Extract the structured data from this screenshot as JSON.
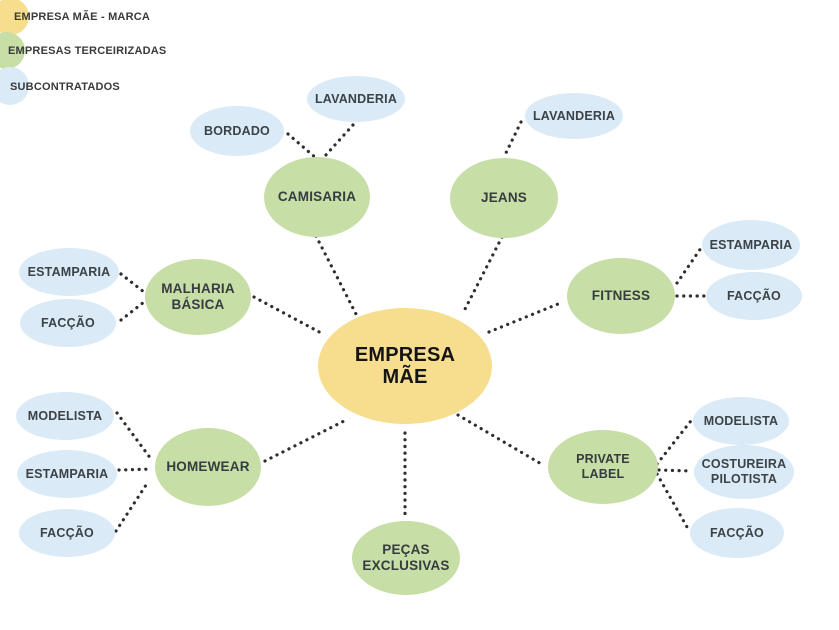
{
  "legend": {
    "items": [
      {
        "label": "EMPRESA MÃE - MARCA",
        "color": "#F6DE8E"
      },
      {
        "label": "EMPRESAS TERCEIRIZADAS",
        "color": "#C7DEA6"
      },
      {
        "label": "SUBCONTRATADOS",
        "color": "#DAEAF7"
      }
    ]
  },
  "colors": {
    "mother_node": "#F6DE8E",
    "outsourced_node": "#C7DEA6",
    "subcontractor_node": "#DAEAF7",
    "connector_dots": "#2E2E2E",
    "node_text": "#3C4347",
    "center_text": "#141414"
  },
  "nodes": {
    "center": {
      "label": "EMPRESA MÃE",
      "type": "mother"
    },
    "camisaria": {
      "label": "CAMISARIA",
      "type": "outsourced"
    },
    "camisaria_bordado": {
      "label": "BORDADO",
      "type": "subcontractor"
    },
    "camisaria_lavanderia": {
      "label": "LAVANDERIA",
      "type": "subcontractor"
    },
    "jeans": {
      "label": "JEANS",
      "type": "outsourced"
    },
    "jeans_lavanderia": {
      "label": "LAVANDERIA",
      "type": "subcontractor"
    },
    "fitness": {
      "label": "FITNESS",
      "type": "outsourced"
    },
    "fitness_estamparia": {
      "label": "ESTAMPARIA",
      "type": "subcontractor"
    },
    "fitness_faccao": {
      "label": "FACÇÃO",
      "type": "subcontractor"
    },
    "malharia_basica": {
      "label": "MALHARIA BÁSICA",
      "type": "outsourced"
    },
    "malharia_estamparia": {
      "label": "ESTAMPARIA",
      "type": "subcontractor"
    },
    "malharia_faccao": {
      "label": "FACÇÃO",
      "type": "subcontractor"
    },
    "homewear": {
      "label": "HOMEWEAR",
      "type": "outsourced"
    },
    "homewear_modelista": {
      "label": "MODELISTA",
      "type": "subcontractor"
    },
    "homewear_estamparia": {
      "label": "ESTAMPARIA",
      "type": "subcontractor"
    },
    "homewear_faccao": {
      "label": "FACÇÃO",
      "type": "subcontractor"
    },
    "private_label": {
      "label": "PRIVATE LABEL",
      "type": "outsourced"
    },
    "private_label_modelista": {
      "label": "MODELISTA",
      "type": "subcontractor"
    },
    "private_label_costureira_pilotista": {
      "label": "COSTUREIRA PILOTISTA",
      "type": "subcontractor"
    },
    "private_label_faccao": {
      "label": "FACÇÃO",
      "type": "subcontractor"
    },
    "pecas_exclusivas": {
      "label": "PEÇAS EXCLUSIVAS",
      "type": "outsourced"
    }
  }
}
